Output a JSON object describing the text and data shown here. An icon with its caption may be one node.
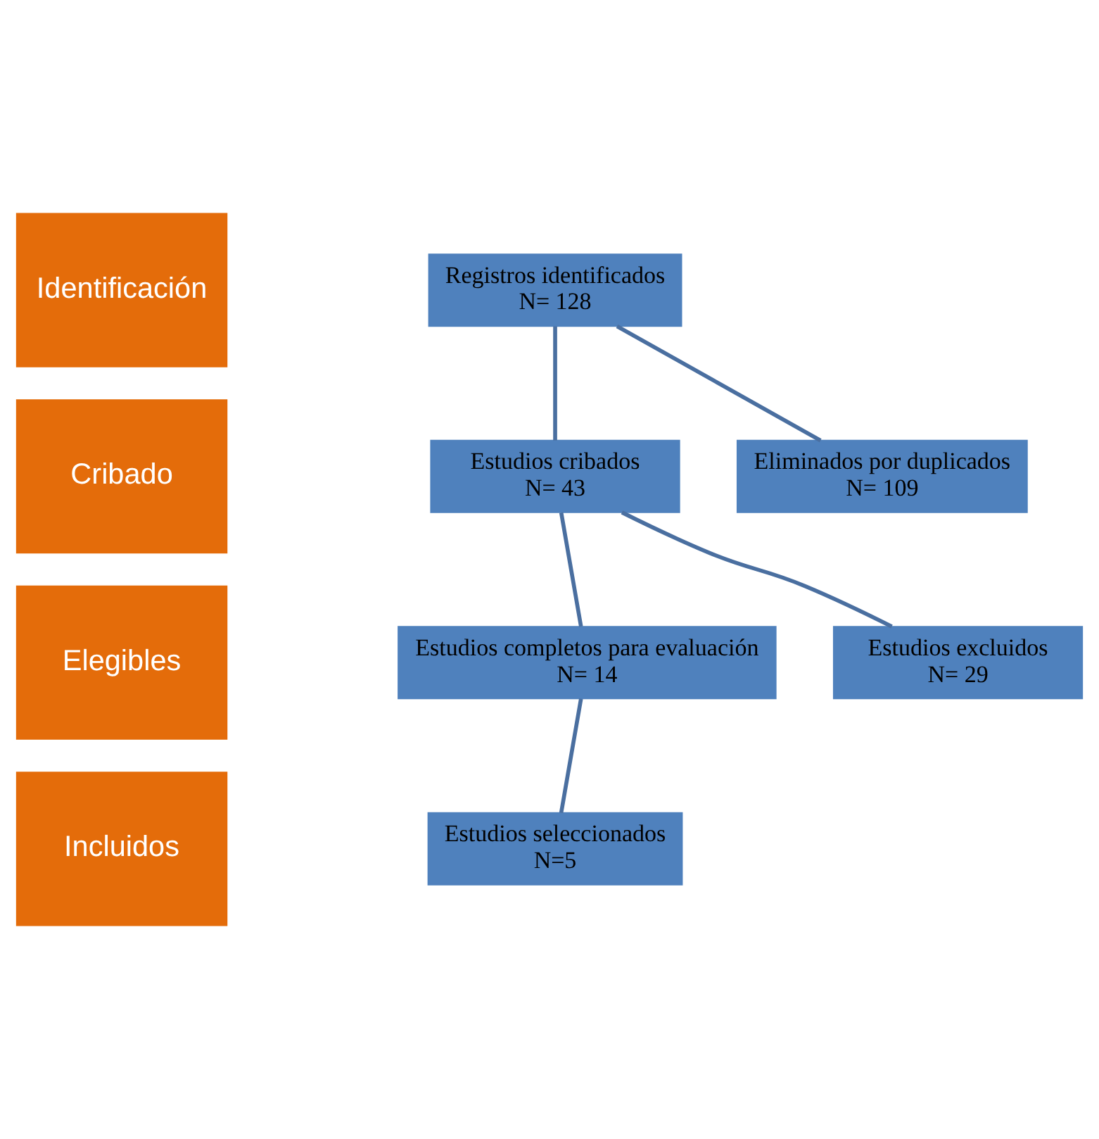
{
  "diagram": {
    "nodes": [
      {
        "text": [
          "Identificación"
        ]
      },
      {
        "text": [
          "Cribado"
        ]
      },
      {
        "text": [
          "Elegibles"
        ]
      },
      {
        "text": [
          "Incluidos"
        ]
      },
      {
        "text": [
          "Registros identificados",
          "N= 128"
        ]
      },
      {
        "text": [
          "Eliminados por duplicados",
          "N= 109"
        ]
      },
      {
        "text": [
          "Estudios cribados",
          "N= 43"
        ]
      },
      {
        "text": [
          "Estudios excluidos",
          "N= 29"
        ]
      },
      {
        "text": [
          "Estudios completos para evaluación",
          "N= 14"
        ]
      },
      {
        "text": [
          "Estudios seleccionados",
          "N=5"
        ]
      }
    ],
    "edges": [
      {
        "from": 4,
        "to": 5,
        "arrow": "none"
      },
      {
        "from": 4,
        "to": 6,
        "arrow": "none"
      },
      {
        "from": 6,
        "to": 7,
        "arrow": "none"
      },
      {
        "from": 6,
        "to": 8,
        "arrow": "none"
      },
      {
        "from": 8,
        "to": 9,
        "arrow": "none"
      }
    ]
  }
}
